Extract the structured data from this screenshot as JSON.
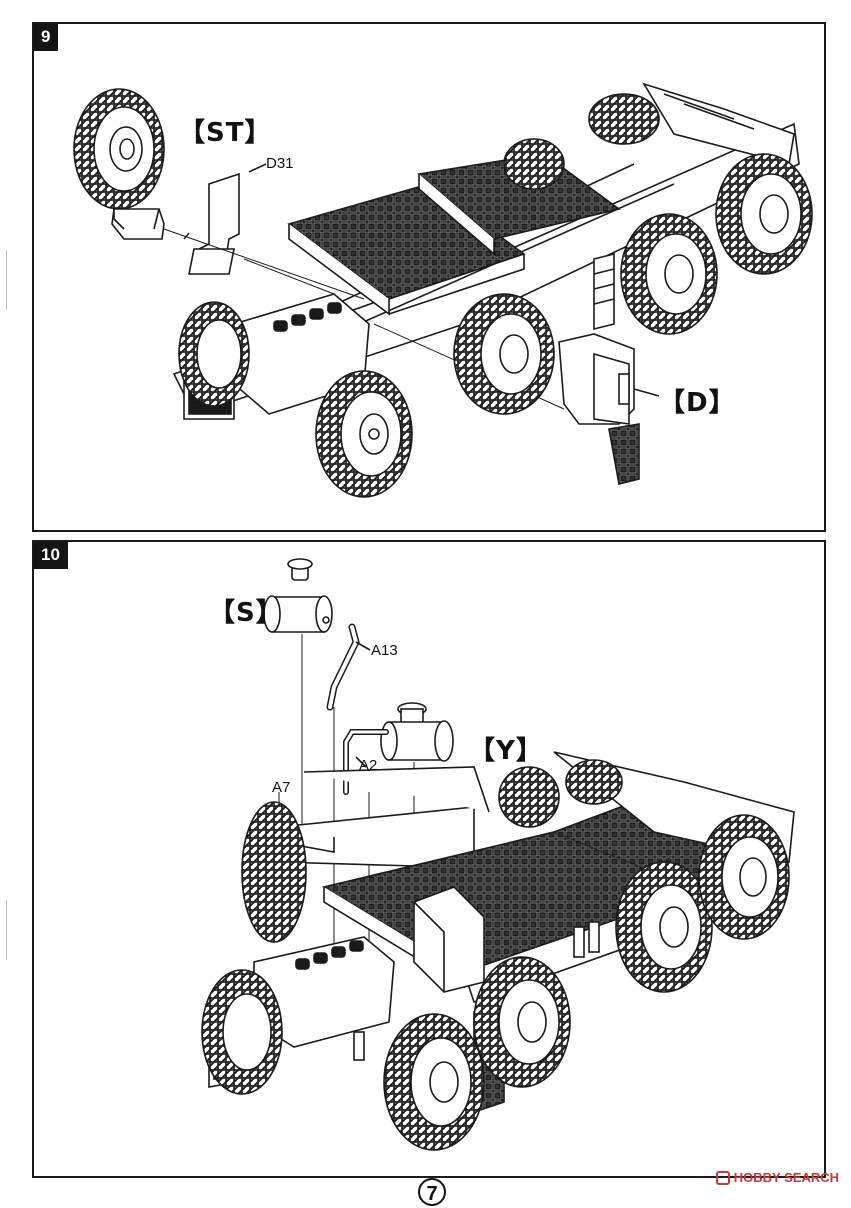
{
  "steps": [
    {
      "number": "9",
      "callouts": {
        "st": "【ST】",
        "d": "【D】"
      },
      "parts": {
        "d31": "D31"
      }
    },
    {
      "number": "10",
      "callouts": {
        "s": "【S】",
        "y": "【Y】"
      },
      "parts": {
        "a13": "A13",
        "a2": "A2",
        "a7": "A7"
      }
    }
  ],
  "page": {
    "number": "7"
  },
  "watermark": {
    "text": "HOBBY SEARCH",
    "icon": "hobby-search-logo-icon"
  },
  "colors": {
    "ink": "#1a1a1a",
    "step_badge": "#141414",
    "watermark": "#c23a3a"
  }
}
